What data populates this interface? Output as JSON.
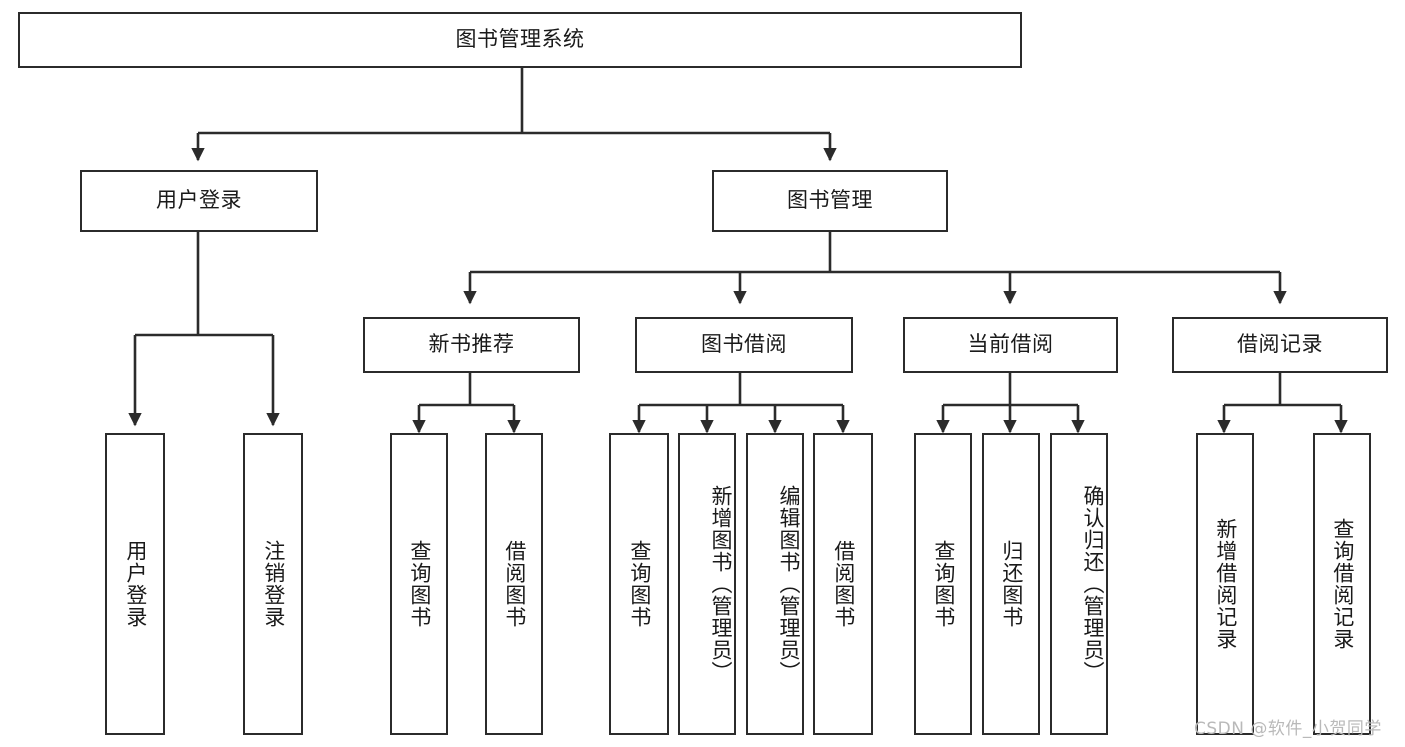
{
  "diagram": {
    "title": "图书管理系统",
    "type": "tree-hierarchy",
    "watermark": "CSDN @软件_小贺同学",
    "colors": {
      "stroke": "#2b2b2b",
      "fill": "#ffffff",
      "text": "#1a1a1a",
      "watermark": "#b9b9b9"
    },
    "nodes": {
      "root": "图书管理系统",
      "level1": [
        {
          "label": "用户登录"
        },
        {
          "label": "图书管理"
        }
      ],
      "level2": [
        {
          "label": "新书推荐"
        },
        {
          "label": "图书借阅"
        },
        {
          "label": "当前借阅"
        },
        {
          "label": "借阅记录"
        }
      ],
      "leaves": {
        "user_login": [
          "用户登录",
          "注销登录"
        ],
        "new_book": [
          "查询图书",
          "借阅图书"
        ],
        "borrow_book": [
          "查询图书",
          "新增图书（管理员）",
          "编辑图书（管理员）",
          "借阅图书"
        ],
        "current_borrow": [
          "查询图书",
          "归还图书",
          "确认归还（管理员）"
        ],
        "borrow_record": [
          "新增借阅记录",
          "查询借阅记录"
        ]
      }
    }
  }
}
